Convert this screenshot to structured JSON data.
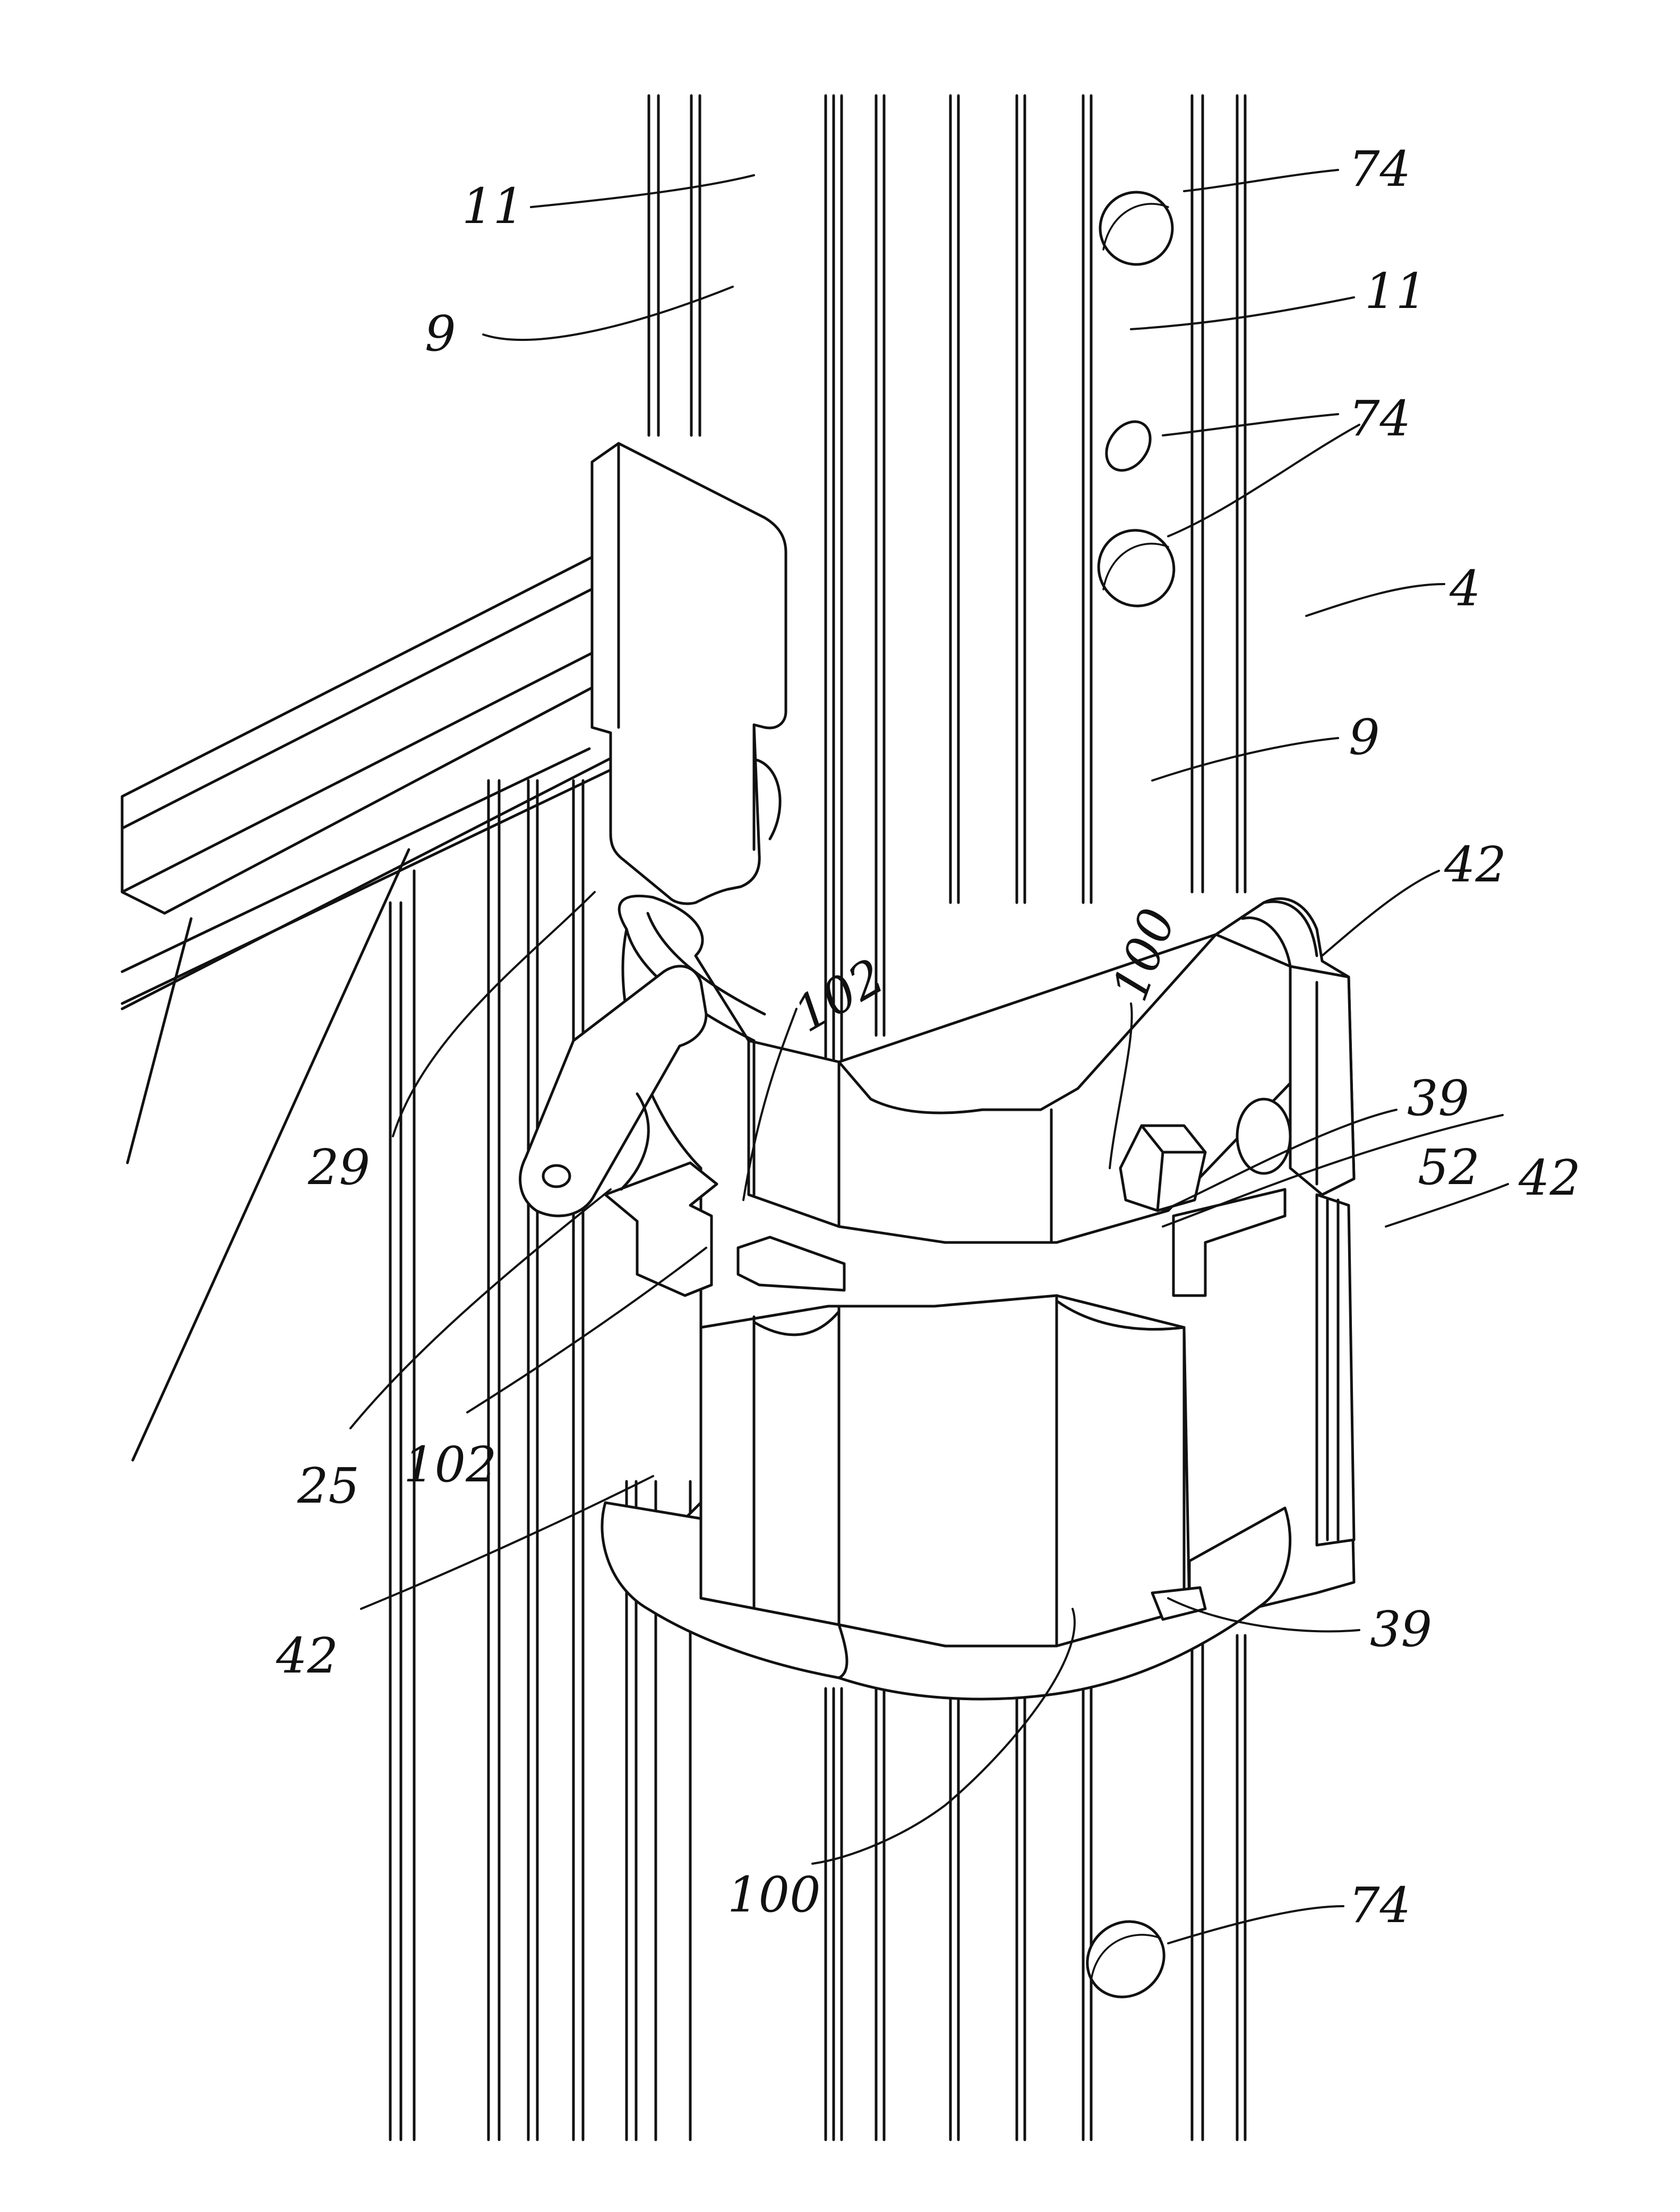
{
  "figure": {
    "labels": [
      {
        "id": "l11a",
        "text": "11"
      },
      {
        "id": "l74a",
        "text": "74"
      },
      {
        "id": "l9a",
        "text": "9"
      },
      {
        "id": "l11b",
        "text": "11"
      },
      {
        "id": "l74b",
        "text": "74"
      },
      {
        "id": "l4",
        "text": "4"
      },
      {
        "id": "l9b",
        "text": "9"
      },
      {
        "id": "l42a",
        "text": "42"
      },
      {
        "id": "l100a",
        "text": "100"
      },
      {
        "id": "l102a",
        "text": "102"
      },
      {
        "id": "l39a",
        "text": "39"
      },
      {
        "id": "l52",
        "text": "52"
      },
      {
        "id": "l42b",
        "text": "42"
      },
      {
        "id": "l29",
        "text": "29"
      },
      {
        "id": "l25",
        "text": "25"
      },
      {
        "id": "l102b",
        "text": "102"
      },
      {
        "id": "l42c",
        "text": "42"
      },
      {
        "id": "l39b",
        "text": "39"
      },
      {
        "id": "l100b",
        "text": "100"
      },
      {
        "id": "l74c",
        "text": "74"
      }
    ]
  }
}
